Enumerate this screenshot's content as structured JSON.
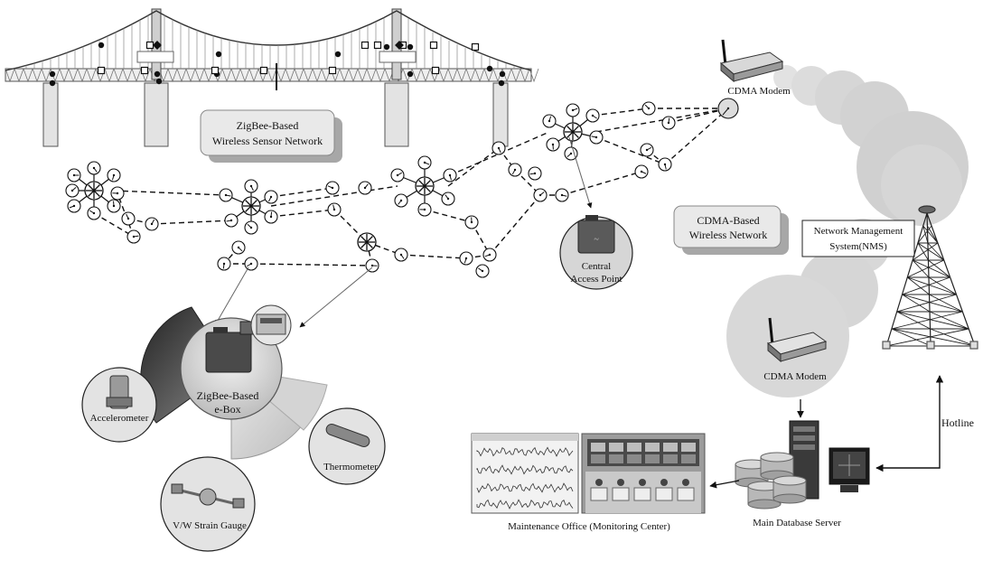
{
  "labels": {
    "zigbee_network": [
      "ZigBee-Based",
      "Wireless Sensor Network"
    ],
    "cdma_network": [
      "CDMA-Based",
      "Wireless Network"
    ],
    "cdma_modem_top": "CDMA Modem",
    "cdma_modem_bottom": "CDMA Modem",
    "nms": [
      "Network Management",
      "System(NMS)"
    ],
    "central_access_point": [
      "Central",
      "Access Point"
    ],
    "ebox": [
      "ZigBee-Based",
      "e-Box"
    ],
    "accelerometer": "Accelerometer",
    "thermometer": "Thermometer",
    "strain_gauge": "V/W Strain Gauge",
    "hotline": "Hotline",
    "maintenance_office": "Maintenance Office (Monitoring Center)",
    "main_database_server": "Main Database Server"
  },
  "colors": {
    "line": "#111111",
    "cloud": "#d9d9d9",
    "bubble": "#dcdcdc",
    "dark_sector": "#3a3a3a"
  }
}
